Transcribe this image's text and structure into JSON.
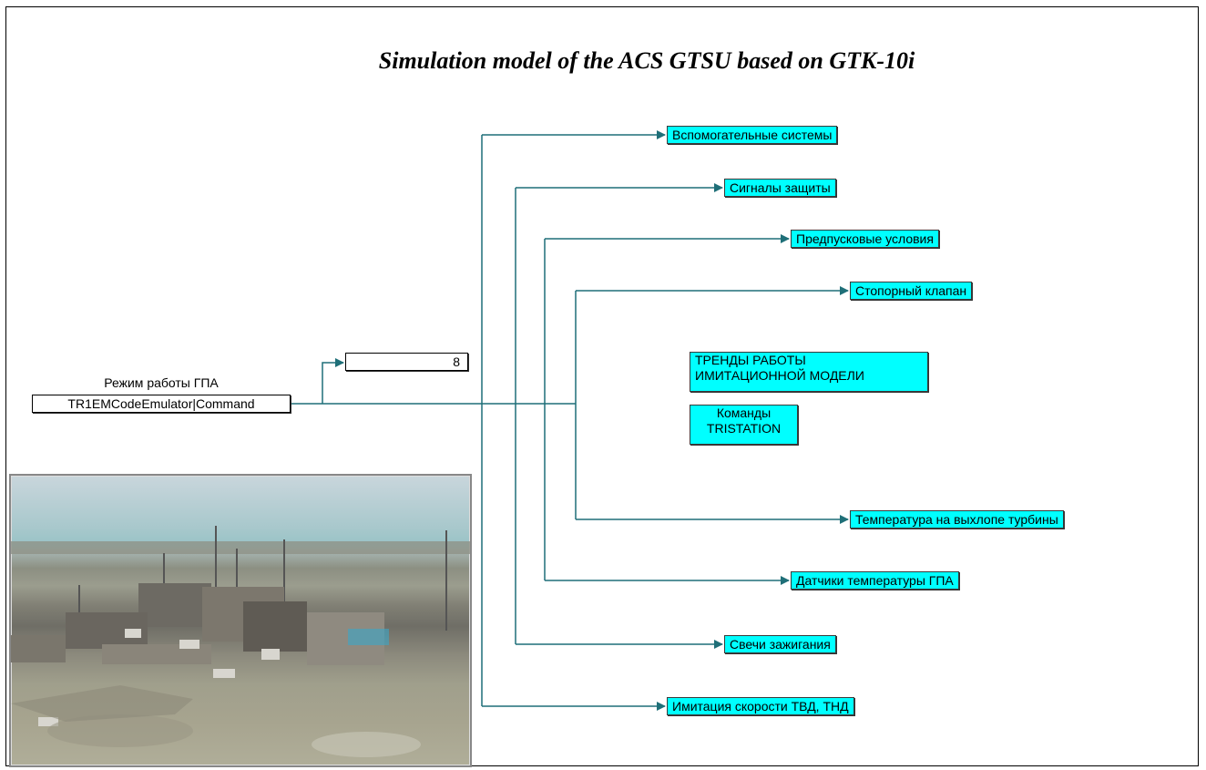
{
  "title": "Simulation model  of the ACS GTSU based on GTK-10i",
  "source": {
    "label": "Режим работы ГПА",
    "name": "TR1EMCodeEmulator|Command"
  },
  "display": {
    "value": "8"
  },
  "outputs": [
    {
      "label": "Вспомогательные системы"
    },
    {
      "label": "Сигналы защиты"
    },
    {
      "label": "Предпусковые условия"
    },
    {
      "label": "Стопорный клапан"
    },
    {
      "label": "Температура на выхлопе турбины"
    },
    {
      "label": "Датчики температуры ГПА"
    },
    {
      "label": "Свечи зажигания"
    },
    {
      "label": "Имитация скорости ТВД, ТНД"
    }
  ],
  "subsystems": [
    {
      "line1": "ТРЕНДЫ РАБОТЫ",
      "line2": "ИМИТАЦИОННОЙ МОДЕЛИ"
    },
    {
      "line1": "Команды",
      "line2": "TRISTATION"
    }
  ],
  "colors": {
    "wire": "#1f6f78",
    "block_fill": "#00ffff"
  }
}
